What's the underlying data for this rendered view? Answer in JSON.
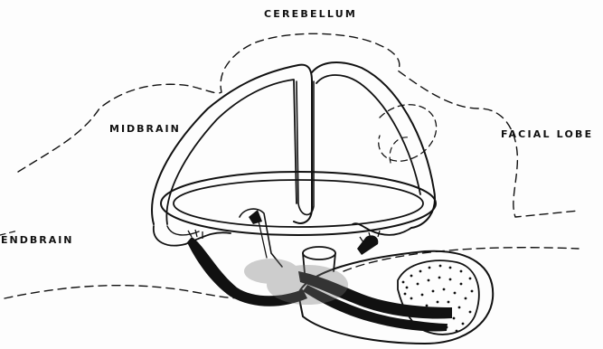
{
  "labels": {
    "cerebellum": "CEREBELLUM",
    "midbrain": "MIDBRAIN",
    "facial_lobe": "FACIAL LOBE",
    "endbrain": "ENDBRAIN"
  },
  "colors": {
    "ink": "#111111",
    "background": "#fdfdfd"
  }
}
